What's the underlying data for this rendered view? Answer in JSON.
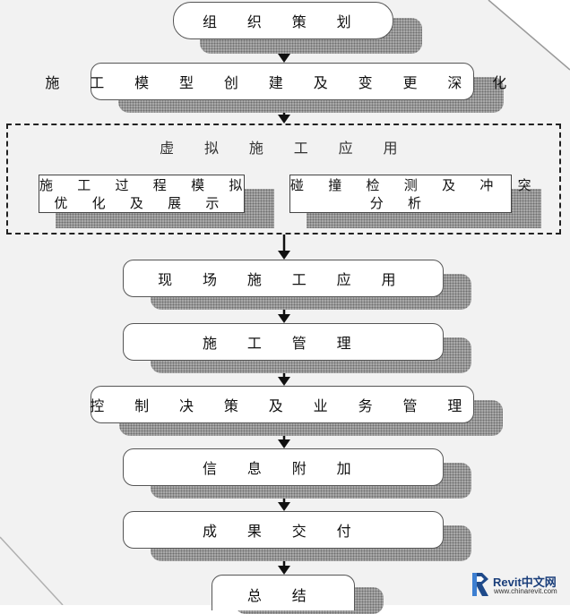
{
  "diagram": {
    "nodes": [
      {
        "id": "n1",
        "label": "组 织 策 划"
      },
      {
        "id": "n2",
        "label": "施 工 模 型 创 建 及 变 更 深 化"
      },
      {
        "id": "n3",
        "label": "现 场 施 工 应 用"
      },
      {
        "id": "n4",
        "label": "施 工 管 理"
      },
      {
        "id": "n5",
        "label": "控 制 决 策 及 业 务 管 理"
      },
      {
        "id": "n6",
        "label": "信 息 附 加"
      },
      {
        "id": "n7",
        "label": "成 果 交 付"
      },
      {
        "id": "n8",
        "label": "总 结"
      }
    ],
    "group": {
      "title": "虚 拟 施 工 应 用",
      "items": [
        {
          "line1": "施 工 过 程 模 拟",
          "line2": "优 化 及 展 示"
        },
        {
          "line1": "碰 撞 检 测 及 冲 突",
          "line2": "分 析"
        }
      ]
    },
    "edges": [
      [
        "n1",
        "n2"
      ],
      [
        "n2",
        "group"
      ],
      [
        "group",
        "n3"
      ],
      [
        "n3",
        "n4"
      ],
      [
        "n4",
        "n5"
      ],
      [
        "n5",
        "n6"
      ],
      [
        "n6",
        "n7"
      ],
      [
        "n7",
        "n8"
      ]
    ]
  },
  "watermark": {
    "brand": "Revit中文网",
    "url": "www.chinarevit.com"
  }
}
